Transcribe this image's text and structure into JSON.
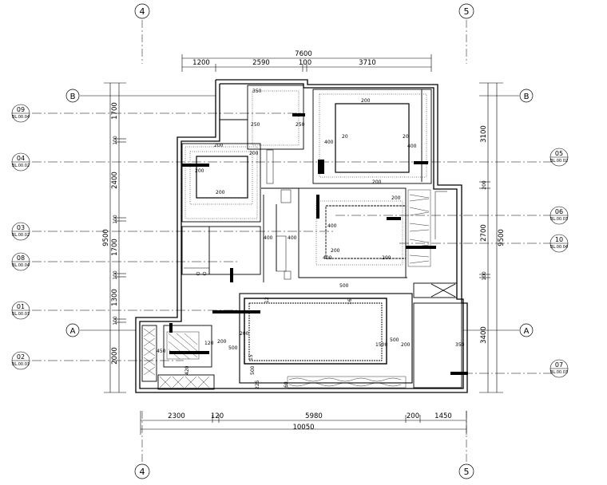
{
  "grid": {
    "col_left": "4",
    "col_right": "5",
    "row_top": "B",
    "row_bottom": "A"
  },
  "dims_top": {
    "total": "7600",
    "parts": [
      "1200",
      "2590",
      "100",
      "3710"
    ]
  },
  "dims_bottom": {
    "total": "10050",
    "parts": [
      "2300",
      "120",
      "5980",
      "200",
      "1450"
    ]
  },
  "dims_left": {
    "total": "9500",
    "parts": [
      "1700",
      "100",
      "2400",
      "100",
      "1700",
      "100",
      "1300",
      "100",
      "2000"
    ]
  },
  "dims_right": {
    "total": "9500",
    "parts": [
      "3100",
      "200",
      "2700",
      "100",
      "3400"
    ]
  },
  "section_markers_left": [
    {
      "num": "09",
      "ref": "BL.00.04"
    },
    {
      "num": "04",
      "ref": "BL.00.02"
    },
    {
      "num": "03",
      "ref": "BL.00.02"
    },
    {
      "num": "08",
      "ref": "BL.00.04"
    },
    {
      "num": "01",
      "ref": "BL.00.01"
    },
    {
      "num": "02",
      "ref": "BL.00.01"
    }
  ],
  "section_markers_right": [
    {
      "num": "05",
      "ref": "BL.00.02"
    },
    {
      "num": "06",
      "ref": "BL.00.03"
    },
    {
      "num": "10",
      "ref": "BL.00.04"
    },
    {
      "num": "07",
      "ref": "BL.00.03"
    }
  ],
  "room_labels": {
    "r_200": "200",
    "r_400": "400",
    "r_20": "20",
    "r_250": "250",
    "r_350": "350",
    "r_500": "500",
    "r_1500": "1500",
    "r_450": "450",
    "r_420": "420",
    "r_120": "120",
    "r_60": "60",
    "r_225": "225",
    "r_16": "16",
    "r_15": "15",
    "r_12": "12"
  }
}
